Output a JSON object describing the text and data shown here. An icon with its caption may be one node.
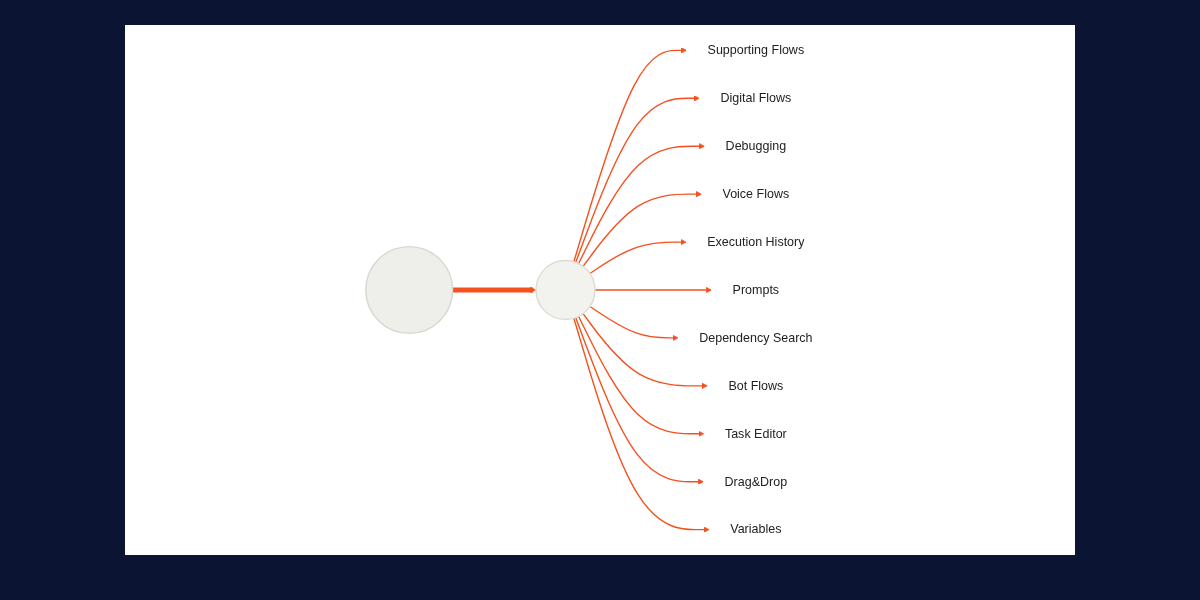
{
  "diagram": {
    "nodes": [
      {
        "text": [],
        "shape": "person"
      },
      {
        "text": [],
        "shape": "circle"
      },
      {
        "text": [
          "Supporting Flows"
        ]
      },
      {
        "text": [
          "Digital Flows"
        ]
      },
      {
        "text": [
          "Debugging"
        ]
      },
      {
        "text": [
          "Voice Flows"
        ]
      },
      {
        "text": [
          "Execution History"
        ]
      },
      {
        "text": [
          "Prompts"
        ]
      },
      {
        "text": [
          "Dependency Search"
        ]
      },
      {
        "text": [
          "Bot Flows"
        ]
      },
      {
        "text": [
          "Task Editor"
        ]
      },
      {
        "text": [
          "Drag&Drop"
        ]
      },
      {
        "text": [
          "Variables"
        ]
      }
    ],
    "edges": [
      {
        "from": 0,
        "to": 1,
        "arrow": "to",
        "style": "thick"
      },
      {
        "from": 1,
        "to": 2,
        "arrow": "to"
      },
      {
        "from": 1,
        "to": 3,
        "arrow": "to"
      },
      {
        "from": 1,
        "to": 4,
        "arrow": "to"
      },
      {
        "from": 1,
        "to": 5,
        "arrow": "to"
      },
      {
        "from": 1,
        "to": 6,
        "arrow": "to"
      },
      {
        "from": 1,
        "to": 7,
        "arrow": "to"
      },
      {
        "from": 1,
        "to": 8,
        "arrow": "to"
      },
      {
        "from": 1,
        "to": 9,
        "arrow": "to"
      },
      {
        "from": 1,
        "to": 10,
        "arrow": "to"
      },
      {
        "from": 1,
        "to": 11,
        "arrow": "to"
      },
      {
        "from": 1,
        "to": 12,
        "arrow": "to"
      }
    ]
  }
}
